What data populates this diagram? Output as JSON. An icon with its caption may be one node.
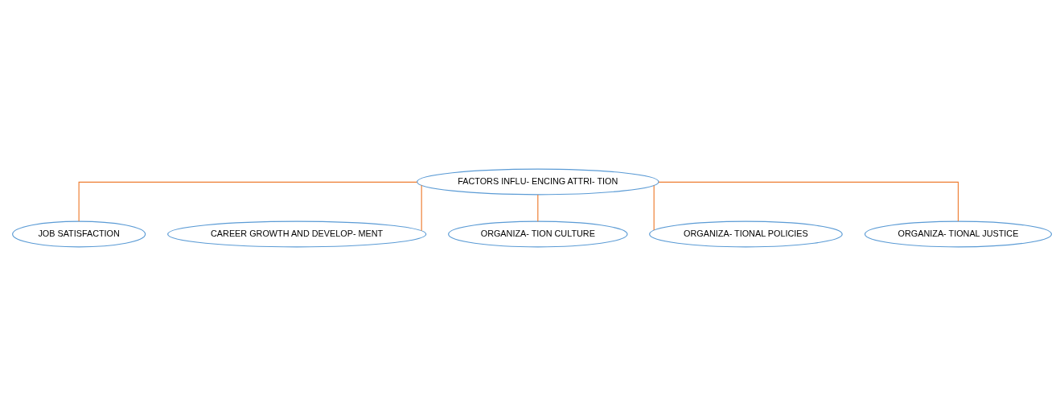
{
  "diagram": {
    "nodes": [
      {
        "text": [
          "FACTORS INFLU- ENCING ATTRI- TION"
        ]
      },
      {
        "text": [
          "JOB SATISFACTION"
        ]
      },
      {
        "text": [
          "CAREER GROWTH AND DEVELOP- MENT"
        ]
      },
      {
        "text": [
          "ORGANIZA- TION CULTURE"
        ]
      },
      {
        "text": [
          "ORGANIZA- TIONAL POLICIES"
        ]
      },
      {
        "text": [
          "ORGANIZA- TIONAL JUSTICE"
        ]
      }
    ],
    "edges": [
      {
        "from": 0,
        "to": 1,
        "arrow": "none"
      },
      {
        "from": 0,
        "to": 2,
        "arrow": "none"
      },
      {
        "from": 0,
        "to": 3,
        "arrow": "none"
      },
      {
        "from": 0,
        "to": 4,
        "arrow": "none"
      },
      {
        "from": 0,
        "to": 5,
        "arrow": "none"
      }
    ]
  }
}
